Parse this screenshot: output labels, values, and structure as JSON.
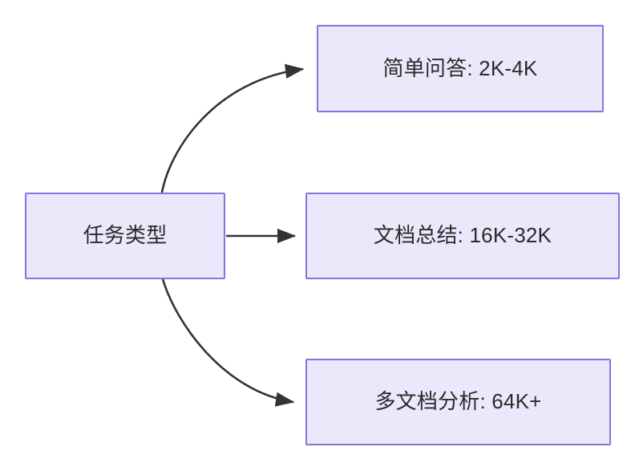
{
  "diagram": {
    "type": "flowchart",
    "direction": "left-to-right",
    "background_color": "#ffffff",
    "node_fill_color": "#ebe8fb",
    "node_border_color": "#8b73dd",
    "edge_color": "#333333",
    "text_color": "#2b2b2b",
    "nodes": [
      {
        "id": "root",
        "label": "任务类型"
      },
      {
        "id": "qa",
        "label": "简单问答: 2K-4K"
      },
      {
        "id": "sum",
        "label": "文档总结: 16K-32K"
      },
      {
        "id": "multi",
        "label": "多文档分析: 64K+"
      }
    ],
    "edges": [
      {
        "from": "root",
        "to": "qa",
        "style": "curved-arrow",
        "label": ""
      },
      {
        "from": "root",
        "to": "sum",
        "style": "straight-arrow",
        "label": ""
      },
      {
        "from": "root",
        "to": "multi",
        "style": "curved-arrow",
        "label": ""
      }
    ]
  }
}
